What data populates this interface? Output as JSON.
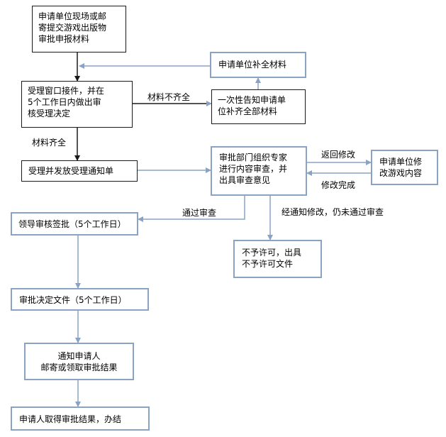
{
  "nodes": {
    "submit": {
      "lines": [
        "申请单位现场或邮",
        "寄提交游戏出版物",
        "审批申报材料"
      ]
    },
    "supplement": {
      "lines": [
        "申请单位补全材料"
      ]
    },
    "window": {
      "lines": [
        "受理窗口接件，并在",
        "5个工作日内做出审",
        "核受理决定"
      ]
    },
    "notify_once": {
      "lines": [
        "一次性告知申请单",
        "位补齐全部材料"
      ]
    },
    "issue_notice": {
      "lines": [
        "受理并发放受理通知单"
      ]
    },
    "expert_review": {
      "lines": [
        "审批部门组织专家",
        "进行内容审查，并",
        "出具审查意见"
      ]
    },
    "modify": {
      "lines": [
        "申请单位修",
        "改游戏内容"
      ]
    },
    "leader_sign": {
      "lines": [
        "领导审核签批（5个工作日）"
      ]
    },
    "deny": {
      "lines": [
        "不予许可，出具",
        "不予许可文件"
      ]
    },
    "decision_doc": {
      "lines": [
        "审批决定文件（5个工作日）"
      ]
    },
    "notify_applicant": {
      "lines": [
        "通知申请人",
        "邮寄或领取审批结果"
      ]
    },
    "complete": {
      "lines": [
        "申请人取得审批结果，办结"
      ]
    }
  },
  "labels": {
    "incomplete": "材料不齐全",
    "complete": "材料齐全",
    "return": "返回修改",
    "modified": "修改完成",
    "pass": "通过审查",
    "fail": "经通知修改，仍未通过审查"
  },
  "colors": {
    "black": "#1a1a1a",
    "blue": "#8aa3c2"
  }
}
